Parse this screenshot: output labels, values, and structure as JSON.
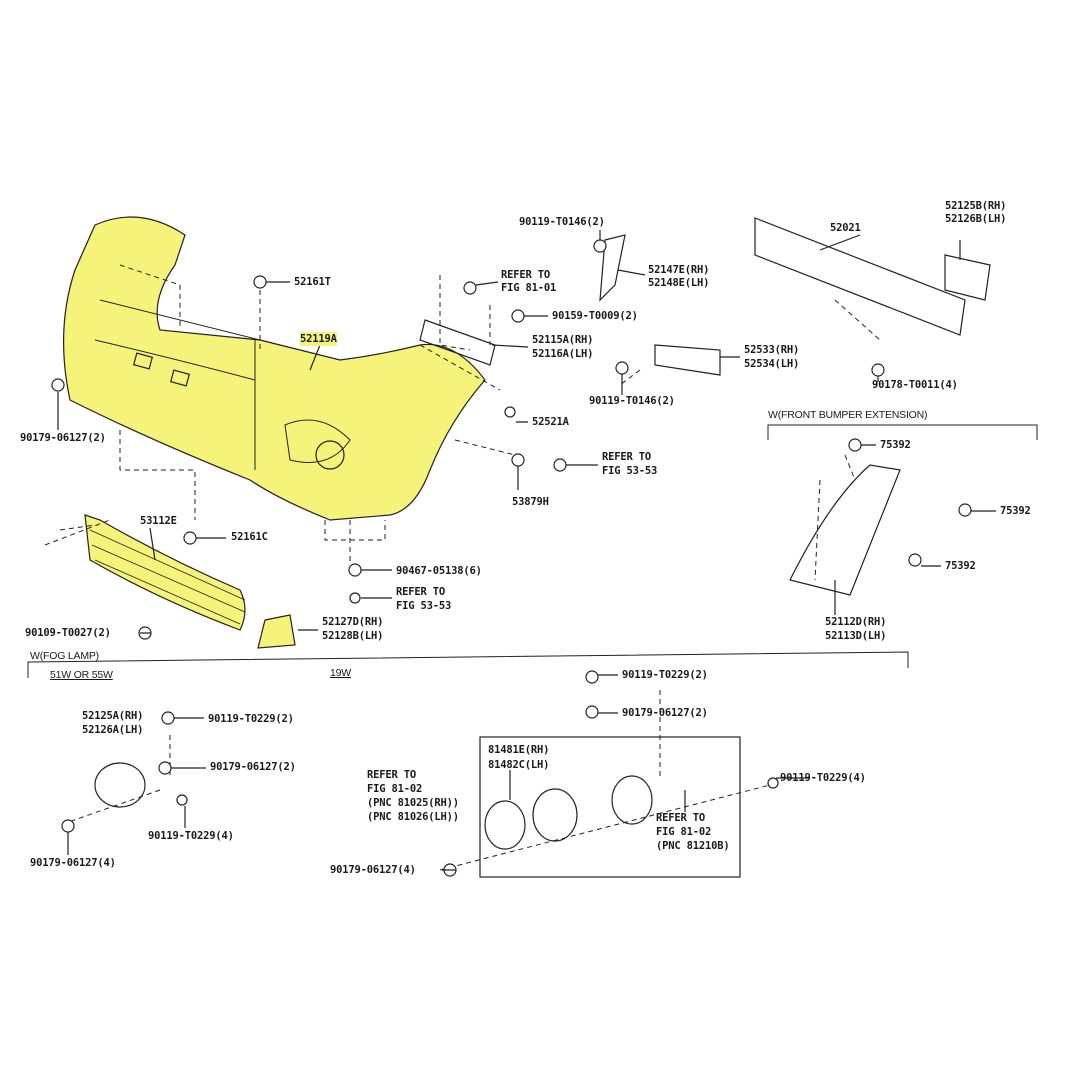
{
  "labels": {
    "p90119_t0146_top": "90119-T0146(2)",
    "p52125b": "52125B(RH)",
    "p52126b": "52126B(LH)",
    "p52021": "52021",
    "refer_81_01_a": "REFER TO",
    "refer_81_01_b": "FIG 81-01",
    "p52147e": "52147E(RH)",
    "p52148e": "52148E(LH)",
    "p52161t": "52161T",
    "p90159": "90159-T0009(2)",
    "p52119a": "52119A",
    "p52115a": "52115A(RH)",
    "p52116a": "52116A(LH)",
    "p52533": "52533(RH)",
    "p52534": "52534(LH)",
    "p90178": "90178-T0011(4)",
    "p90179_left": "90179-06127(2)",
    "p90119_t0146_mid": "90119-T0146(2)",
    "p52521a": "52521A",
    "refer_53_53_a": "REFER TO",
    "refer_53_53_b": "FIG 53-53",
    "p53879h": "53879H",
    "p53112e": "53112E",
    "p52161c": "52161C",
    "p90467": "90467-05138(6)",
    "refer_53_53_c": "REFER TO",
    "refer_53_53_d": "FIG 53-53",
    "p52127d": "52127D(RH)",
    "p52128b": "52128B(LH)",
    "p90109": "90109-T0027(2)",
    "p75392_a": "75392",
    "p75392_b": "75392",
    "p75392_c": "75392",
    "p52112d": "52112D(RH)",
    "p52113d": "52113D(LH)",
    "p52125a": "52125A(RH)",
    "p52126a": "52126A(LH)",
    "p90119_t0229_fl": "90119-T0229(2)",
    "p90179_fl2": "90179-06127(2)",
    "p90119_t0229_fl4": "90119-T0229(4)",
    "p90179_fl4": "90179-06127(4)",
    "p90119_t0229_r2": "90119-T0229(2)",
    "p90179_r2": "90179-06127(2)",
    "p81481e": "81481E(RH)",
    "p81482c": "81482C(LH)",
    "refer_81_02_a": "REFER TO",
    "refer_81_02_b": "FIG 81-02",
    "refer_81_02_c": "(PNC 81025(RH))",
    "refer_81_02_d": "(PNC 81026(LH))",
    "p90119_t0229_r4": "90119-T0229(4)",
    "refer_81_02_e": "REFER TO",
    "refer_81_02_f": "FIG 81-02",
    "refer_81_02_g": "(PNC 81210B)",
    "p90179_r4": "90179-06127(4)"
  },
  "sections": {
    "bumper_extension": "W(FRONT BUMPER EXTENSION)",
    "fog_lamp": "W(FOG LAMP)",
    "fog_51w": "51W OR 55W",
    "fog_19w": "19W"
  },
  "colors": {
    "highlight": "#f5f37a",
    "line": "#222222"
  }
}
